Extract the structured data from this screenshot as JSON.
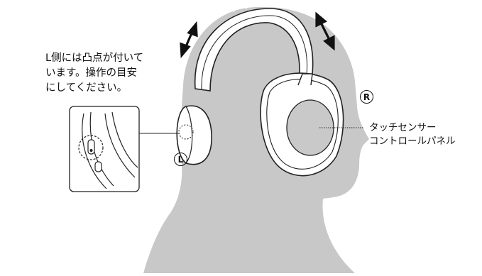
{
  "caption": {
    "lines": [
      "L側には凸点が付いて",
      "います。操作の目安",
      "にしてください。"
    ]
  },
  "markers": {
    "left": "L",
    "right": "R"
  },
  "callout": {
    "line1": "タッチセンサー",
    "line2": "コントロールパネル"
  },
  "colors": {
    "silhouette": "#c8c8c8",
    "touch_panel": "#c9c9c9",
    "headphone_body": "#ffffff",
    "outline": "#222222"
  },
  "icons": [
    "rotation-arrow-icon",
    "rotation-arrow-icon",
    "raised-dot-icon"
  ]
}
